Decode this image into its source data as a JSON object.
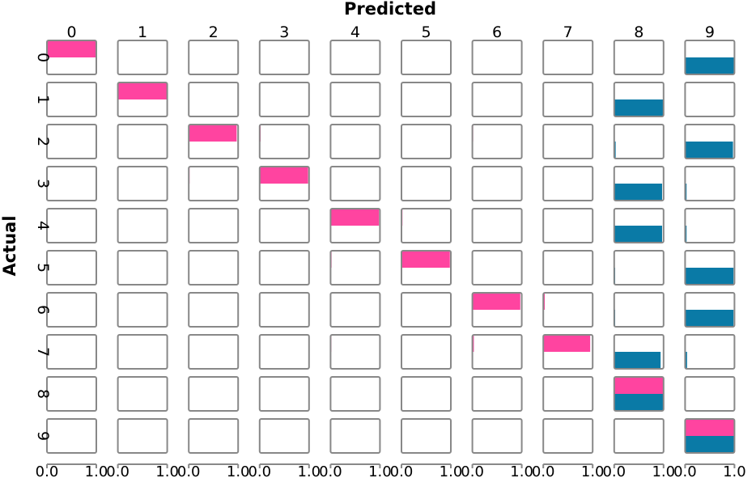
{
  "chart_data": {
    "type": "heatmap",
    "xlabel": "Predicted",
    "ylabel": "Actual",
    "categories": [
      "0",
      "1",
      "2",
      "3",
      "4",
      "5",
      "6",
      "7",
      "8",
      "9"
    ],
    "xlim": [
      0.0,
      1.0
    ],
    "x_tick_labels": [
      "0.0",
      "1.0"
    ],
    "grid": false,
    "colors": {
      "top_bar": "#ff44a0",
      "bottom_bar": "#0a7aa6",
      "frame": "#888888"
    },
    "series": [
      {
        "values": [
          [
            1.0,
            0,
            0,
            0,
            0,
            0,
            0,
            0,
            0,
            0
          ],
          [
            0,
            1.0,
            0,
            0,
            0,
            0,
            0,
            0,
            0,
            0
          ],
          [
            0,
            0,
            0.97,
            0.02,
            0,
            0,
            0.01,
            0,
            0,
            0
          ],
          [
            0,
            0,
            0.01,
            0.98,
            0,
            0,
            0,
            0,
            0,
            0
          ],
          [
            0,
            0,
            0,
            0,
            0.98,
            0.02,
            0,
            0,
            0,
            0
          ],
          [
            0,
            0,
            0,
            0,
            0.02,
            0.98,
            0,
            0,
            0,
            0
          ],
          [
            0,
            0,
            0,
            0,
            0,
            0,
            0.97,
            0.03,
            0,
            0
          ],
          [
            0,
            0,
            0,
            0,
            0.01,
            0,
            0.03,
            0.95,
            0,
            0
          ],
          [
            0,
            0,
            0,
            0,
            0,
            0,
            0,
            0,
            1.0,
            0
          ],
          [
            0,
            0,
            0,
            0,
            0,
            0,
            0,
            0,
            0,
            1.0
          ]
        ]
      },
      {
        "values": [
          [
            0,
            0,
            0,
            0,
            0,
            0,
            0,
            0,
            0,
            1.0
          ],
          [
            0,
            0,
            0,
            0,
            0,
            0,
            0,
            0,
            1.0,
            0
          ],
          [
            0,
            0,
            0,
            0,
            0,
            0,
            0,
            0,
            0.03,
            0.97
          ],
          [
            0,
            0,
            0,
            0,
            0,
            0,
            0,
            0,
            0.97,
            0.03
          ],
          [
            0,
            0,
            0,
            0,
            0,
            0,
            0,
            0,
            0.97,
            0.03
          ],
          [
            0,
            0,
            0,
            0,
            0,
            0,
            0,
            0,
            0.02,
            0.98
          ],
          [
            0,
            0,
            0,
            0,
            0,
            0,
            0,
            0,
            0.02,
            0.98
          ],
          [
            0,
            0,
            0,
            0,
            0,
            0,
            0,
            0,
            0.94,
            0.04
          ],
          [
            0,
            0,
            0,
            0,
            0,
            0,
            0,
            0,
            1.0,
            0
          ],
          [
            0,
            0,
            0,
            0,
            0,
            0,
            0,
            0,
            0,
            1.0
          ]
        ]
      }
    ]
  }
}
